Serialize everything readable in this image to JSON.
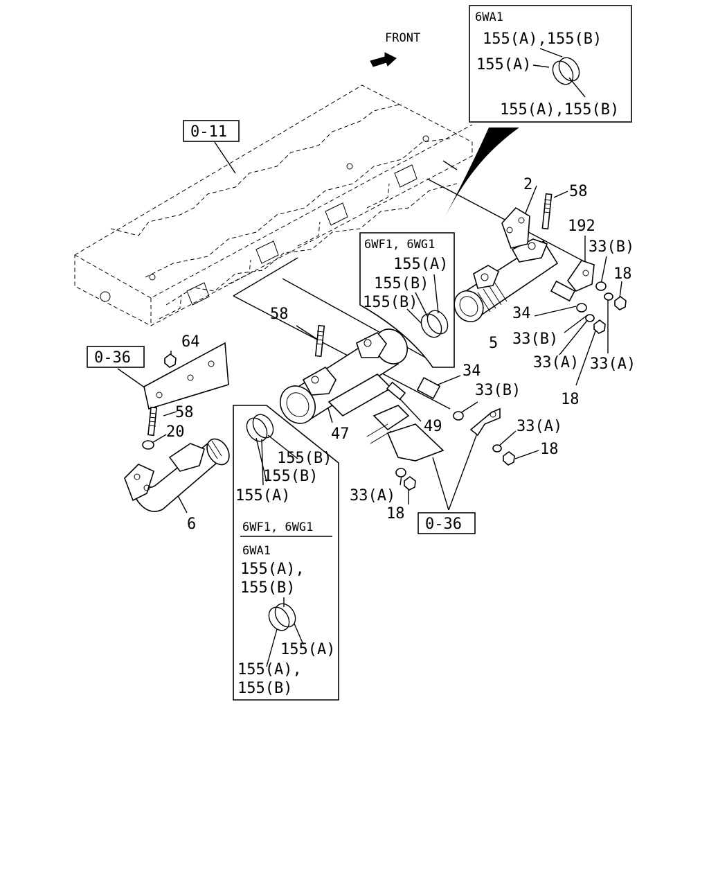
{
  "front": "FRONT",
  "refs": {
    "r011": "0-11",
    "r036a": "0-36",
    "r036b": "0-36"
  },
  "parts": {
    "p2": "2",
    "p58a": "58",
    "p192": "192",
    "p33b_1": "33(B)",
    "p18_1": "18",
    "p34_1": "34",
    "p33b_2": "33(B)",
    "p5": "5",
    "p33a_1": "33(A)",
    "p33a_2": "33(A)",
    "p18_2": "18",
    "p58b": "58",
    "p64": "64",
    "p34_2": "34",
    "p33b_3": "33(B)",
    "p49": "49",
    "p47": "47",
    "p33a_3": "33(A)",
    "p18_3": "18",
    "p58c": "58",
    "p20": "20",
    "p33a_4": "33(A)",
    "p18_4": "18",
    "p6": "6"
  },
  "inset_top": {
    "header": "6WA1",
    "l1": "155(A),155(B)",
    "l2": "155(A)",
    "l3": "155(A),155(B)"
  },
  "inset_mid": {
    "header": "6WF1, 6WG1",
    "l1": "155(A)",
    "l2": "155(B)",
    "l3": "155(B)"
  },
  "inset_bottom": {
    "upper": {
      "l1": "155(B)",
      "l2": "155(B)",
      "l3": "155(A)"
    },
    "header1": "6WF1, 6WG1",
    "header2": "6WA1",
    "l4": "155(A),",
    "l5": "155(B)",
    "l6": "155(A)",
    "l7": "155(A),",
    "l8": "155(B)"
  }
}
